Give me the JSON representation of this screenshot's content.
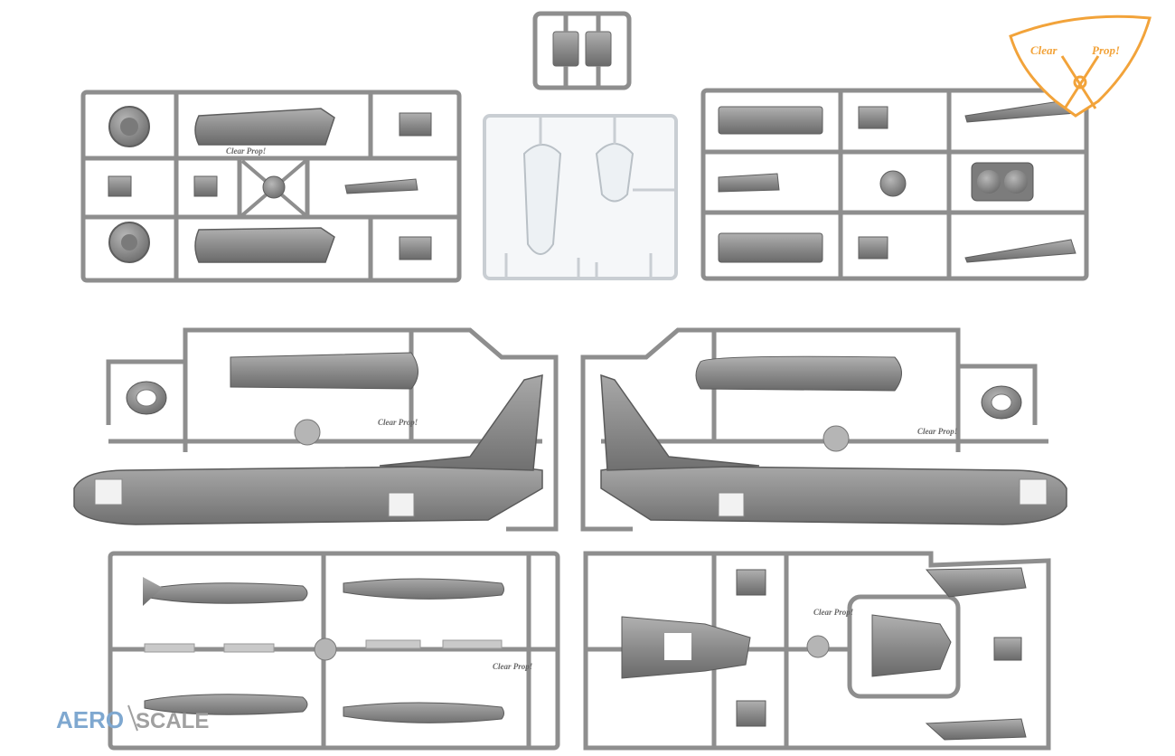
{
  "brand": {
    "logo_word1": "Clear",
    "logo_word2": "Prop!",
    "logo_color": "#F2A33A"
  },
  "sprue_marking": "Clear Prop!",
  "watermark": {
    "word1": "AERO",
    "word2": "SCALE",
    "color1": "#7FA8D0",
    "color2": "#9A9A9A"
  },
  "colors": {
    "plastic": "#8E8E8E",
    "plastic_dark": "#6E6E6E",
    "plastic_light": "#A9A9A9",
    "clear": "#E9EDF0",
    "background": "#FFFFFF"
  }
}
